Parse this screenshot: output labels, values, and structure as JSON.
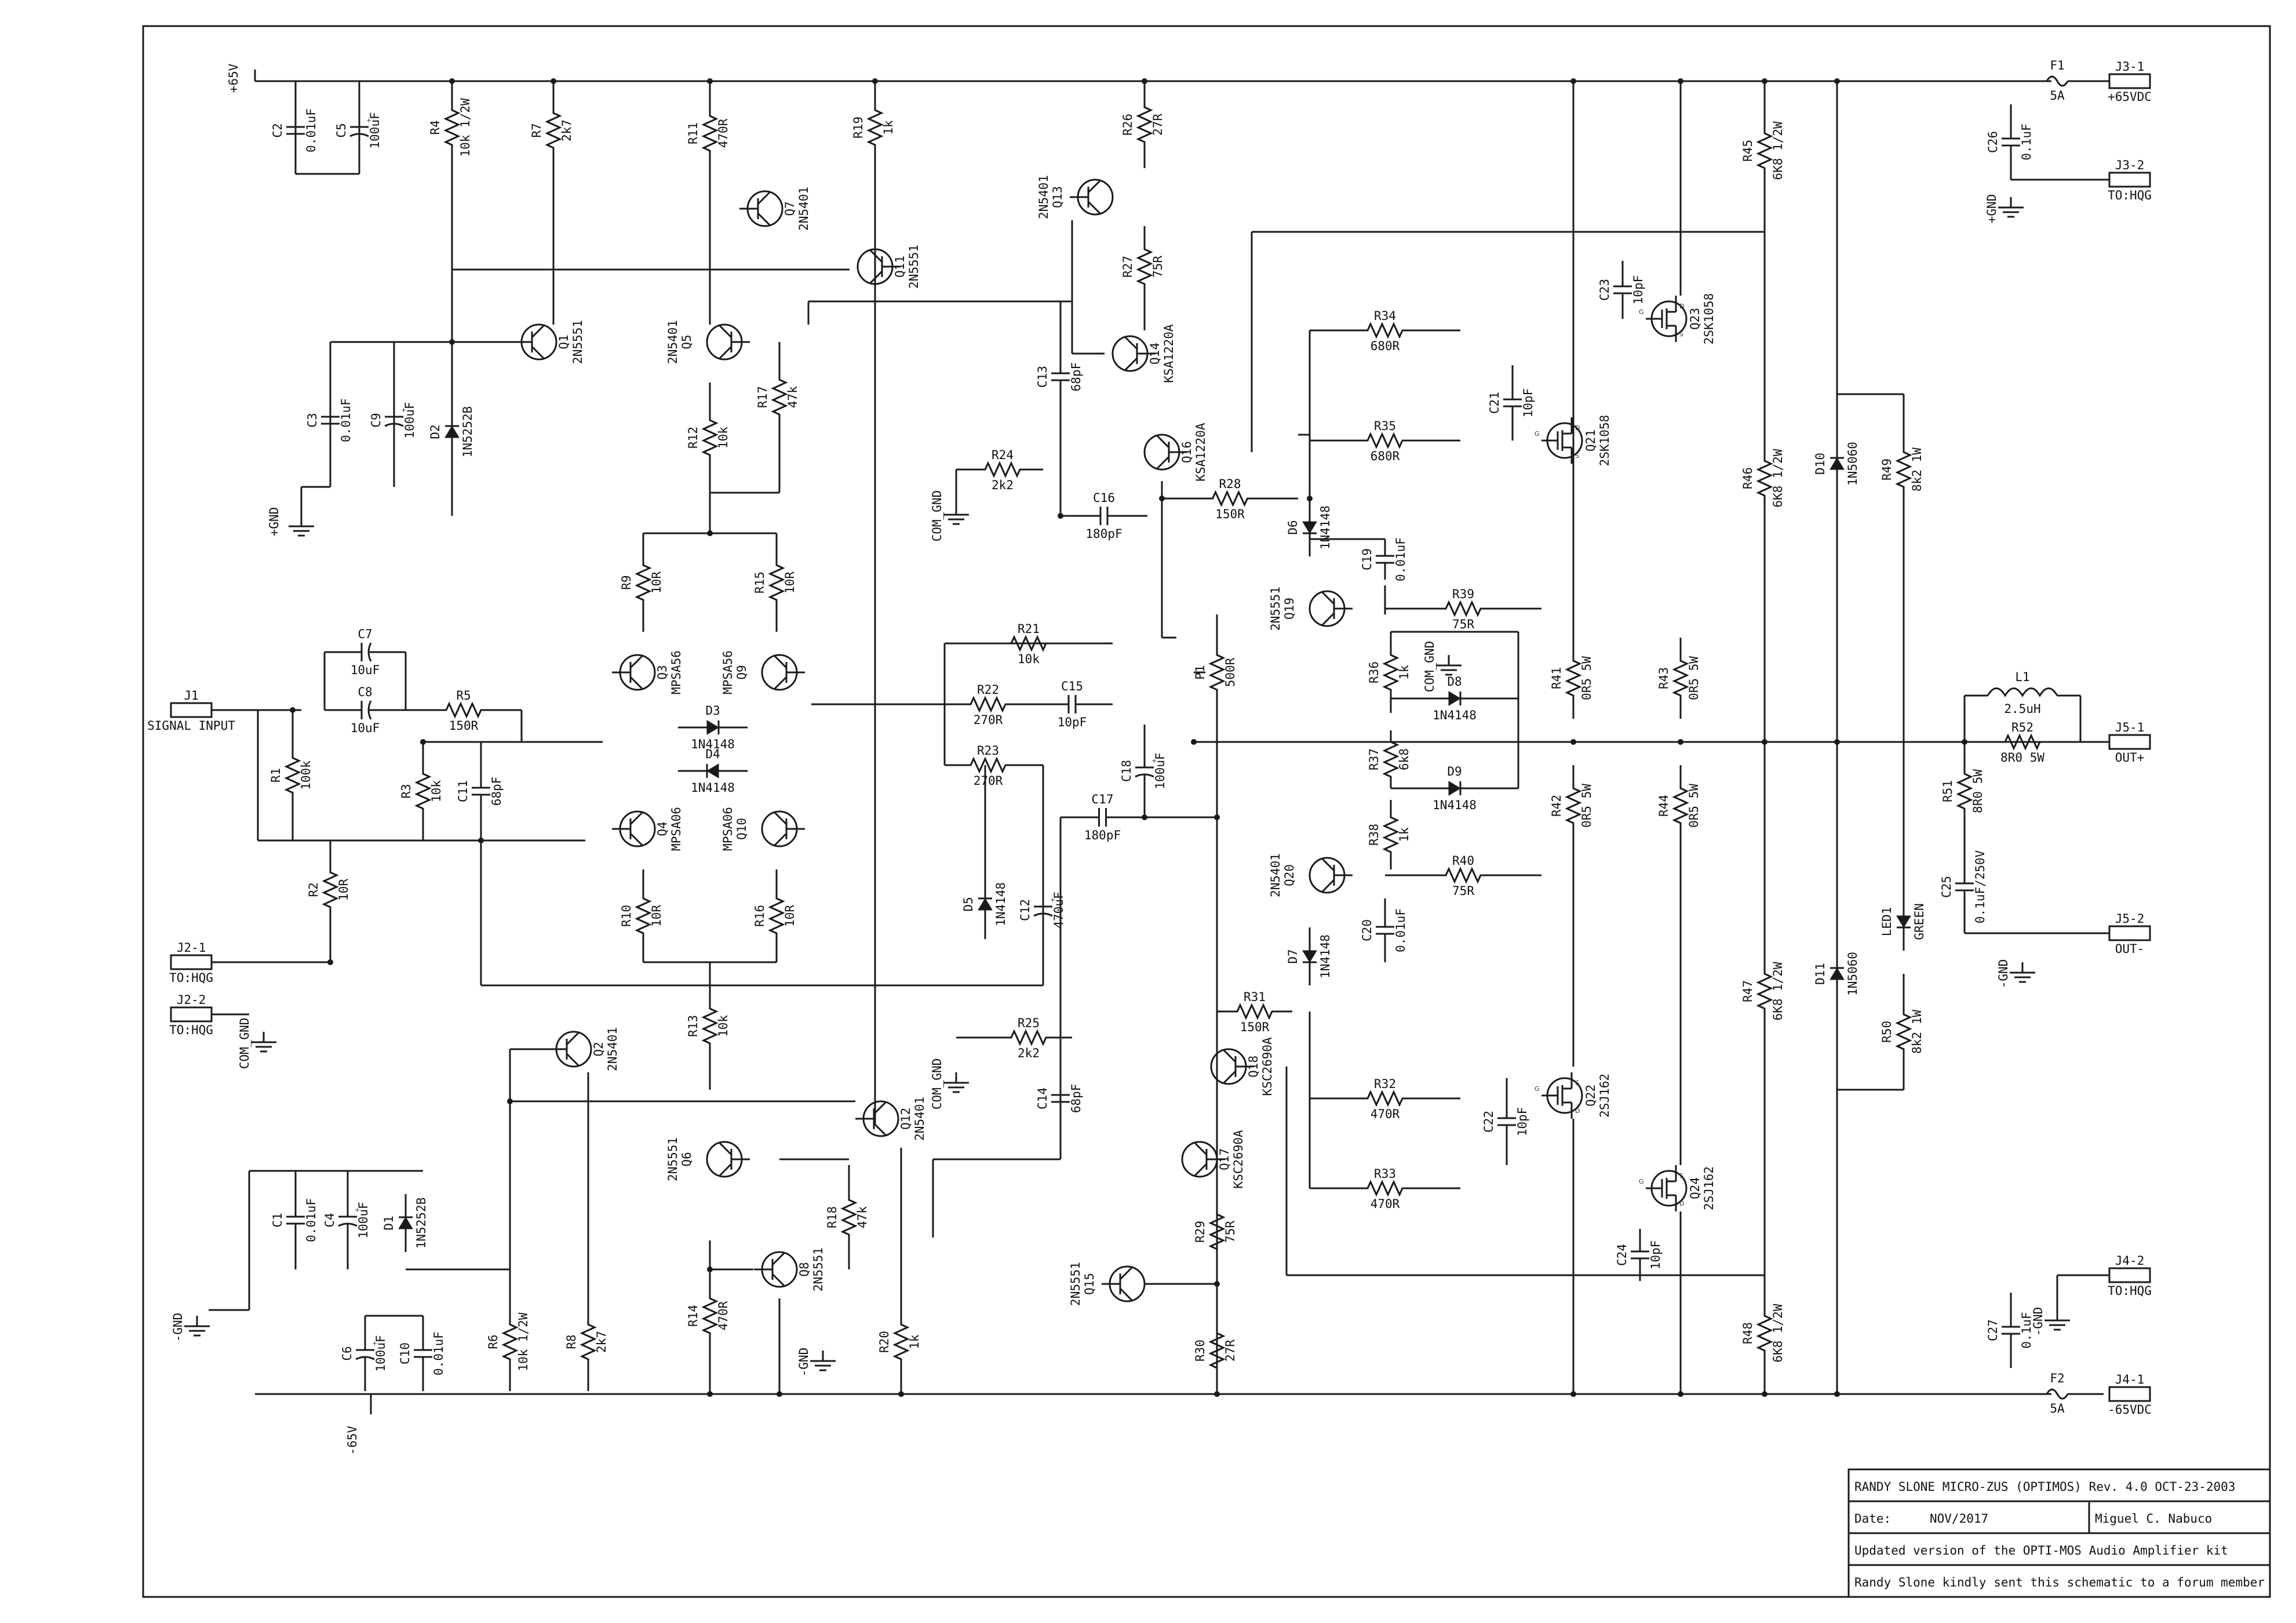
{
  "title_block": {
    "title": "RANDY SLONE MICRO-ZUS (OPTIMOS) Rev. 4.0 OCT-23-2003",
    "date_label": "Date:",
    "date_value": "NOV/2017",
    "author": "Miguel C. Nabuco",
    "note1": "Updated version of the OPTI-MOS Audio Amplifier kit",
    "note2": "Randy Slone kindly sent this schematic to a forum member"
  },
  "rails": {
    "pos": "+65V",
    "neg": "-65V",
    "gnd": "+GND",
    "ngnd": "-GND",
    "comgnd": "COM_GND"
  },
  "connectors": [
    {
      "ref": "J1",
      "label": "SIGNAL INPUT"
    },
    {
      "ref": "J2-1",
      "label": "TO:HQG"
    },
    {
      "ref": "J2-2",
      "label": "TO:HQG"
    },
    {
      "ref": "J3-1",
      "label": "+65VDC"
    },
    {
      "ref": "J3-2",
      "label": "TO:HQG"
    },
    {
      "ref": "J4-1",
      "label": "-65VDC"
    },
    {
      "ref": "J4-2",
      "label": "TO:HQG"
    },
    {
      "ref": "J5-1",
      "label": "OUT+"
    },
    {
      "ref": "J5-2",
      "label": "OUT-"
    }
  ],
  "resistors": [
    {
      "ref": "R1",
      "value": "100k"
    },
    {
      "ref": "R2",
      "value": "10R"
    },
    {
      "ref": "R3",
      "value": "10k"
    },
    {
      "ref": "R4",
      "value": "10k 1/2W"
    },
    {
      "ref": "R5",
      "value": "150R"
    },
    {
      "ref": "R6",
      "value": "10k 1/2W"
    },
    {
      "ref": "R7",
      "value": "2k7"
    },
    {
      "ref": "R8",
      "value": "2k7"
    },
    {
      "ref": "R9",
      "value": "10R"
    },
    {
      "ref": "R10",
      "value": "10R"
    },
    {
      "ref": "R11",
      "value": "470R"
    },
    {
      "ref": "R12",
      "value": "10k"
    },
    {
      "ref": "R13",
      "value": "10k"
    },
    {
      "ref": "R14",
      "value": "470R"
    },
    {
      "ref": "R15",
      "value": "10R"
    },
    {
      "ref": "R16",
      "value": "10R"
    },
    {
      "ref": "R17",
      "value": "47k"
    },
    {
      "ref": "R18",
      "value": "47k"
    },
    {
      "ref": "R19",
      "value": "1k"
    },
    {
      "ref": "R20",
      "value": "1k"
    },
    {
      "ref": "R21",
      "value": "10k"
    },
    {
      "ref": "R22",
      "value": "270R"
    },
    {
      "ref": "R23",
      "value": "270R"
    },
    {
      "ref": "R24",
      "value": "2k2"
    },
    {
      "ref": "R25",
      "value": "2k2"
    },
    {
      "ref": "R26",
      "value": "27R"
    },
    {
      "ref": "R27",
      "value": "75R"
    },
    {
      "ref": "R28",
      "value": "150R"
    },
    {
      "ref": "R29",
      "value": "75R"
    },
    {
      "ref": "R30",
      "value": "27R"
    },
    {
      "ref": "R31",
      "value": "150R"
    },
    {
      "ref": "R32",
      "value": "470R"
    },
    {
      "ref": "R33",
      "value": "470R"
    },
    {
      "ref": "R34",
      "value": "680R"
    },
    {
      "ref": "R35",
      "value": "680R"
    },
    {
      "ref": "R36",
      "value": "1k"
    },
    {
      "ref": "R37",
      "value": "6k8"
    },
    {
      "ref": "R38",
      "value": "1k"
    },
    {
      "ref": "R39",
      "value": "75R"
    },
    {
      "ref": "R40",
      "value": "75R"
    },
    {
      "ref": "R41",
      "value": "0R5 5W"
    },
    {
      "ref": "R42",
      "value": "0R5 5W"
    },
    {
      "ref": "R43",
      "value": "0R5 5W"
    },
    {
      "ref": "R44",
      "value": "0R5 5W"
    },
    {
      "ref": "R45",
      "value": "6K8 1/2W"
    },
    {
      "ref": "R46",
      "value": "6K8 1/2W"
    },
    {
      "ref": "R47",
      "value": "6K8 1/2W"
    },
    {
      "ref": "R48",
      "value": "6K8 1/2W"
    },
    {
      "ref": "R49",
      "value": "8k2 1W"
    },
    {
      "ref": "R50",
      "value": "8k2 1W"
    },
    {
      "ref": "R51",
      "value": "8R0 5W"
    },
    {
      "ref": "R52",
      "value": "8R0 5W"
    },
    {
      "ref": "P1",
      "value": "500R"
    }
  ],
  "capacitors": [
    {
      "ref": "C1",
      "value": "0.01uF"
    },
    {
      "ref": "C2",
      "value": "0.01uF"
    },
    {
      "ref": "C3",
      "value": "0.01uF"
    },
    {
      "ref": "C4",
      "value": "100uF"
    },
    {
      "ref": "C5",
      "value": "100uF"
    },
    {
      "ref": "C6",
      "value": "100uF"
    },
    {
      "ref": "C7",
      "value": "10uF"
    },
    {
      "ref": "C8",
      "value": "10uF"
    },
    {
      "ref": "C9",
      "value": "100uF"
    },
    {
      "ref": "C10",
      "value": "0.01uF"
    },
    {
      "ref": "C11",
      "value": "68pF"
    },
    {
      "ref": "C12",
      "value": "470uF"
    },
    {
      "ref": "C13",
      "value": "68pF"
    },
    {
      "ref": "C14",
      "value": "68pF"
    },
    {
      "ref": "C15",
      "value": "10pF"
    },
    {
      "ref": "C16",
      "value": "180pF"
    },
    {
      "ref": "C17",
      "value": "180pF"
    },
    {
      "ref": "C18",
      "value": "100uF"
    },
    {
      "ref": "C19",
      "value": "0.01uF"
    },
    {
      "ref": "C20",
      "value": "0.01uF"
    },
    {
      "ref": "C21",
      "value": "10pF"
    },
    {
      "ref": "C22",
      "value": "10pF"
    },
    {
      "ref": "C23",
      "value": "10pF"
    },
    {
      "ref": "C24",
      "value": "10pF"
    },
    {
      "ref": "C25",
      "value": "0.1uF/250V"
    },
    {
      "ref": "C26",
      "value": "0.1uF"
    },
    {
      "ref": "C27",
      "value": "0.1uF"
    }
  ],
  "transistors": [
    {
      "ref": "Q1",
      "part": "2N5551"
    },
    {
      "ref": "Q2",
      "part": "2N5401"
    },
    {
      "ref": "Q3",
      "part": "MPSA56"
    },
    {
      "ref": "Q4",
      "part": "MPSA06"
    },
    {
      "ref": "Q5",
      "part": "2N5401"
    },
    {
      "ref": "Q6",
      "part": "2N5551"
    },
    {
      "ref": "Q7",
      "part": "2N5401"
    },
    {
      "ref": "Q8",
      "part": "2N5551"
    },
    {
      "ref": "Q9",
      "part": "MPSA56"
    },
    {
      "ref": "Q10",
      "part": "MPSA06"
    },
    {
      "ref": "Q11",
      "part": "2N5551"
    },
    {
      "ref": "Q12",
      "part": "2N5401"
    },
    {
      "ref": "Q13",
      "part": "2N5401"
    },
    {
      "ref": "Q14",
      "part": "KSA1220A"
    },
    {
      "ref": "Q15",
      "part": "2N5551"
    },
    {
      "ref": "Q16",
      "part": "KSA1220A"
    },
    {
      "ref": "Q17",
      "part": "KSC2690A"
    },
    {
      "ref": "Q18",
      "part": "KSC2690A"
    },
    {
      "ref": "Q19",
      "part": "2N5551"
    },
    {
      "ref": "Q20",
      "part": "2N5401"
    },
    {
      "ref": "Q21",
      "part": "2SK1058"
    },
    {
      "ref": "Q22",
      "part": "2SJ162"
    },
    {
      "ref": "Q23",
      "part": "2SK1058"
    },
    {
      "ref": "Q24",
      "part": "2SJ162"
    }
  ],
  "diodes": [
    {
      "ref": "D1",
      "part": "1N5252B"
    },
    {
      "ref": "D2",
      "part": "1N5252B"
    },
    {
      "ref": "D3",
      "part": "1N4148"
    },
    {
      "ref": "D4",
      "part": "1N4148"
    },
    {
      "ref": "D5",
      "part": "1N4148"
    },
    {
      "ref": "D6",
      "part": "1N4148"
    },
    {
      "ref": "D7",
      "part": "1N4148"
    },
    {
      "ref": "D8",
      "part": "1N4148"
    },
    {
      "ref": "D9",
      "part": "1N4148"
    },
    {
      "ref": "D10",
      "part": "1N5060"
    },
    {
      "ref": "D11",
      "part": "1N5060"
    },
    {
      "ref": "LED1",
      "part": "GREEN"
    }
  ],
  "others": [
    {
      "ref": "L1",
      "value": "2.5uH"
    },
    {
      "ref": "F1",
      "value": "5A"
    },
    {
      "ref": "F2",
      "value": "5A"
    }
  ]
}
